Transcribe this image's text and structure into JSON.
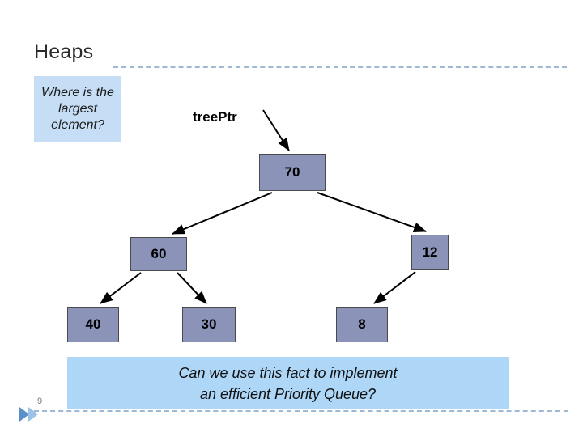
{
  "slide": {
    "title": "Heaps",
    "slide_number": "9",
    "callout": "Where is the largest element?",
    "pointer_label": "treePtr",
    "caption_line1": "Can we use this fact to implement",
    "caption_line2": "an efficient Priority Queue?",
    "colors": {
      "node_fill": "#8c93b8",
      "callout_fill": "#c5def5",
      "caption_fill": "#aed6f7",
      "rule": "#9fb8d4",
      "accent_triangle": "#5b8fc9"
    }
  },
  "tree": {
    "nodes": [
      {
        "id": "root",
        "label": "70"
      },
      {
        "id": "left",
        "label": "60"
      },
      {
        "id": "right",
        "label": "12"
      },
      {
        "id": "ll",
        "label": "40"
      },
      {
        "id": "lr",
        "label": "30"
      },
      {
        "id": "rl",
        "label": "8"
      }
    ]
  }
}
